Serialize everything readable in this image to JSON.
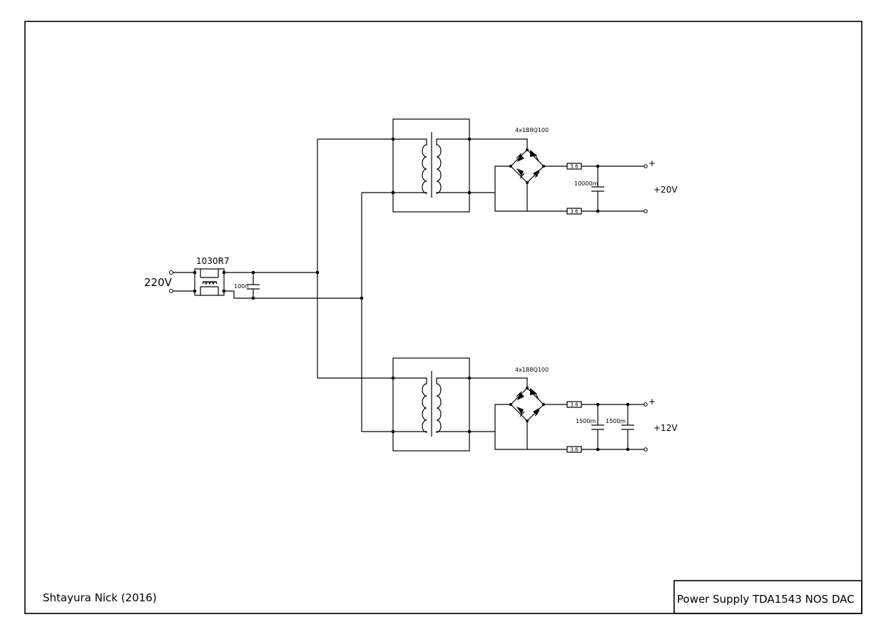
{
  "input": {
    "voltage": "220V",
    "filter": "1030R7",
    "cap": "100n"
  },
  "top_rail": {
    "bridge": "4x1B8Q100",
    "res_plus": "3.6",
    "res_minus": "3.6",
    "cap": "10000m",
    "plus": "+",
    "voltage": "+20V"
  },
  "bottom_rail": {
    "bridge": "4x1B8Q100",
    "res_plus": "3.6",
    "res_minus": "3.6",
    "cap1": "1500m",
    "cap2": "1500m",
    "plus": "+",
    "voltage": "+12V"
  },
  "author": "Shtayura Nick (2016)",
  "title": "Power Supply TDA1543 NOS DAC"
}
